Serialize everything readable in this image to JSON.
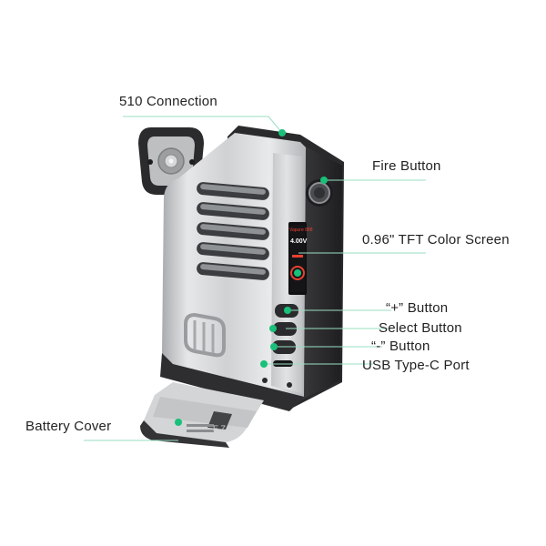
{
  "labels": {
    "connection_510": "510 Connection",
    "fire_button": "Fire Button",
    "tft_screen": "0.96\" TFT Color Screen",
    "plus_button": "“+” Button",
    "select_button": "Select Button",
    "minus_button": "“-” Button",
    "usb_port": "USB Type-C Port",
    "battery_cover": "Battery Cover"
  },
  "screen": {
    "top_text": "Vapure 888",
    "value": "4.00V"
  },
  "watermark": "E Z.K",
  "colors": {
    "callout_dot": "#19c07a",
    "callout_line": "#9adfc2",
    "body_silver": "#d7d9db",
    "frame_black": "#2a2a2c",
    "screen_accent": "#e8402f"
  },
  "icons": {
    "logo": "dovpo-logo-icon",
    "fire": "fire-button-icon"
  }
}
